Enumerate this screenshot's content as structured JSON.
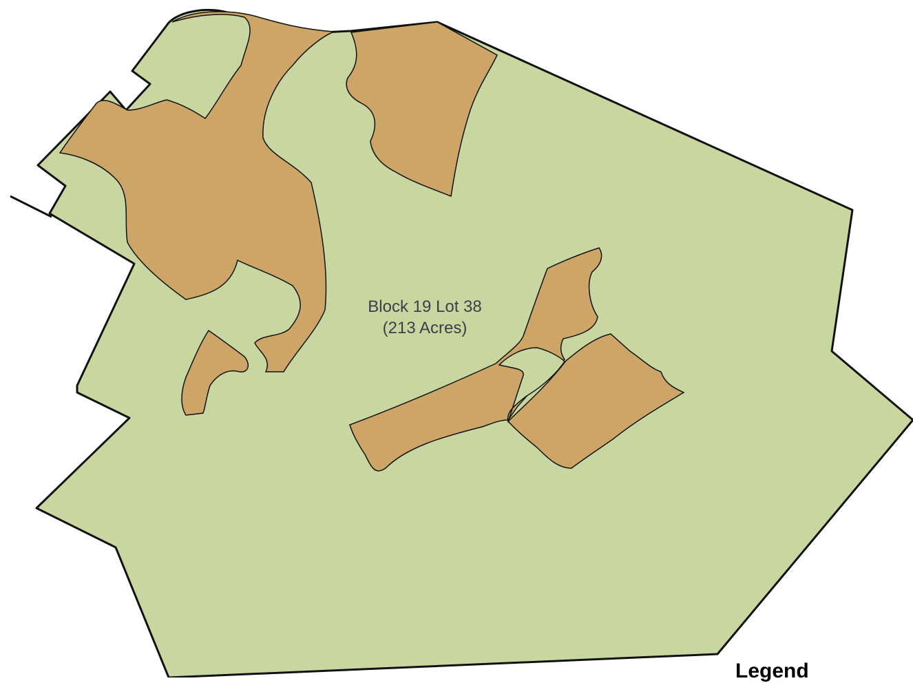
{
  "map": {
    "parcel_label": {
      "line1": "Block 19 Lot 38",
      "line2": "(213 Acres)"
    },
    "legend": {
      "title": "Legend"
    }
  },
  "colors": {
    "parcel_fill": "#c8d7a0",
    "cleared_area_fill": "#cda667",
    "outline": "#111111",
    "background": "#ffffff"
  }
}
